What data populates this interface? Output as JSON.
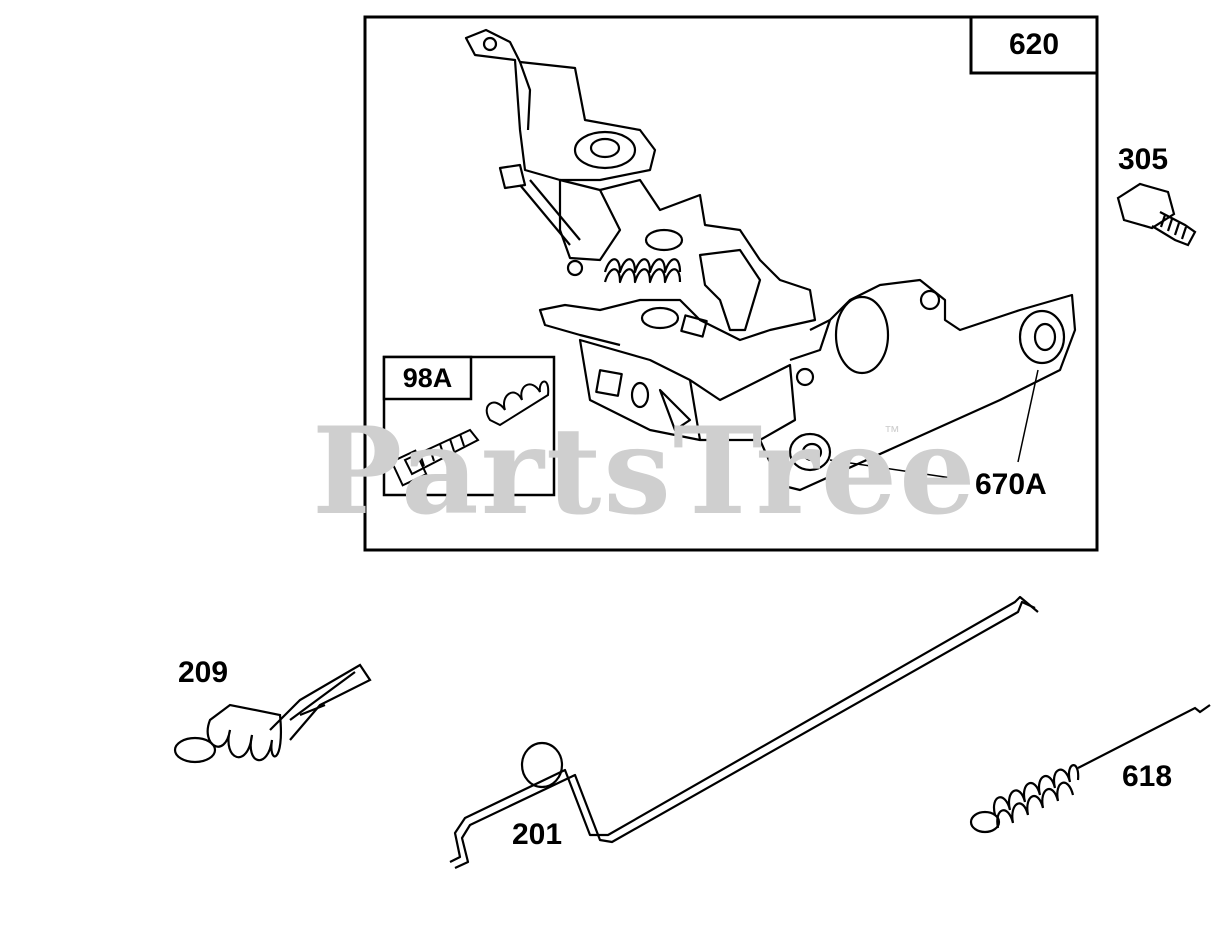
{
  "watermark": {
    "text": "PartsTree",
    "trademark": "™"
  },
  "callouts": {
    "assembly_box": "620",
    "kit_box": "98A",
    "bolt": "305",
    "bushing": "670A",
    "governor_spring": "209",
    "throttle_link": "201",
    "extension_spring": "618"
  },
  "colors": {
    "line": "#000000",
    "watermark": "#cfcfcf",
    "background": "#ffffff"
  }
}
